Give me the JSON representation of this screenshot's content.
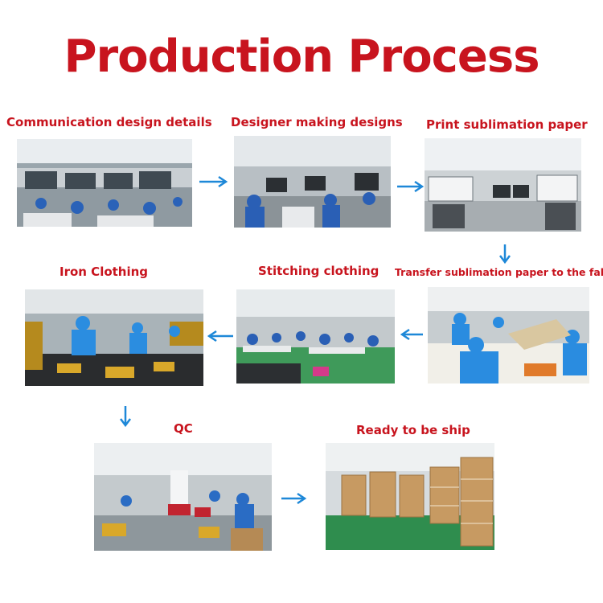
{
  "title": "Production Process",
  "steps": [
    {
      "label": "Communication design details"
    },
    {
      "label": "Designer making designs"
    },
    {
      "label": "Print sublimation paper"
    },
    {
      "label": "Transfer sublimation paper to the fabric"
    },
    {
      "label": "Stitching clothing"
    },
    {
      "label": "Iron Clothing"
    },
    {
      "label": "QC"
    },
    {
      "label": "Ready to be ship"
    }
  ],
  "colors": {
    "title": "#c8141e",
    "label": "#c8141e",
    "arrow": "#1e88d8"
  },
  "icons": [
    "arrow-right-icon",
    "arrow-left-icon",
    "arrow-down-icon"
  ]
}
